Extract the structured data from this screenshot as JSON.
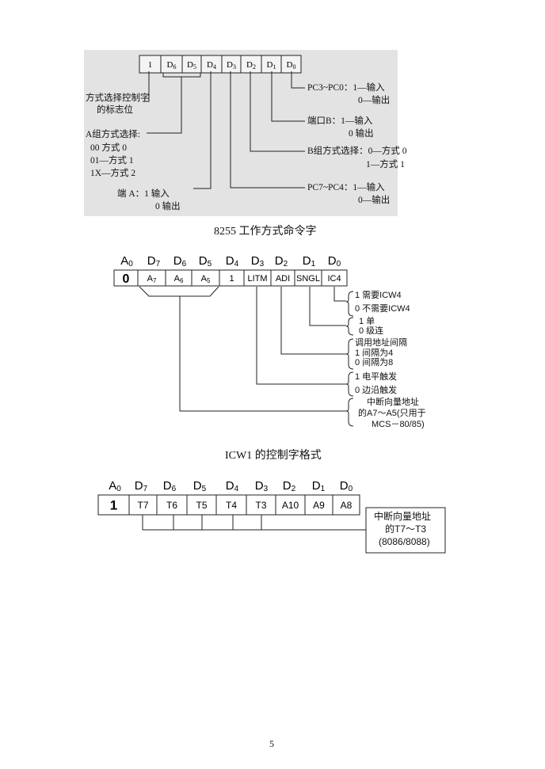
{
  "fig1": {
    "cells": [
      "1",
      "D6",
      "D5",
      "D4",
      "D3",
      "D2",
      "D1",
      "D0"
    ],
    "labels": {
      "mode_flag": [
        "方式选择控制字",
        "的标志位"
      ],
      "group_a_mode": [
        "A组方式选择:",
        "00  方式 0",
        "01—方式 1",
        "1X—方式 2"
      ],
      "port_a": [
        "端  A：1  输入",
        "0  输出"
      ],
      "pc_low": [
        "PC3~PC0：1—输入",
        "0—输出"
      ],
      "port_b": [
        "端口B：1—输入",
        "0  输出"
      ],
      "group_b_mode": [
        "B组方式选择：0—方式 0",
        "1—方式 1"
      ],
      "pc_high": [
        "PC7~PC4：1—输入",
        "0—输出"
      ]
    },
    "caption": "8255 工作方式命令字"
  },
  "fig2": {
    "headers": [
      "A0",
      "D7",
      "D6",
      "D5",
      "D4",
      "D3",
      "D2",
      "D1",
      "D0"
    ],
    "cells": [
      "0",
      "A7",
      "A6",
      "A5",
      "1",
      "LITM",
      "ADI",
      "SNGL",
      "IC4"
    ],
    "labels": {
      "ic4": [
        "1 需要ICW4",
        "0 不需要ICW4"
      ],
      "sngl": [
        "1 单",
        "0 级连"
      ],
      "adi": [
        "调用地址间隔",
        "1 间隔为4",
        "0 间隔为8"
      ],
      "litm": [
        "1 电平触发",
        "0 边沿触发"
      ],
      "vector": [
        "中断向量地址",
        "的A7～A5(只用于",
        "MCS－80/85)"
      ]
    },
    "caption": "ICW1 的控制字格式"
  },
  "fig3": {
    "headers": [
      "A0",
      "D7",
      "D6",
      "D5",
      "D4",
      "D3",
      "D2",
      "D1",
      "D0"
    ],
    "cells": [
      "1",
      "T7",
      "T6",
      "T5",
      "T4",
      "T3",
      "A10",
      "A9",
      "A8"
    ],
    "note": [
      "中断向量地址",
      "的T7～T3",
      "(8086/8088)"
    ]
  },
  "page_number": "5"
}
